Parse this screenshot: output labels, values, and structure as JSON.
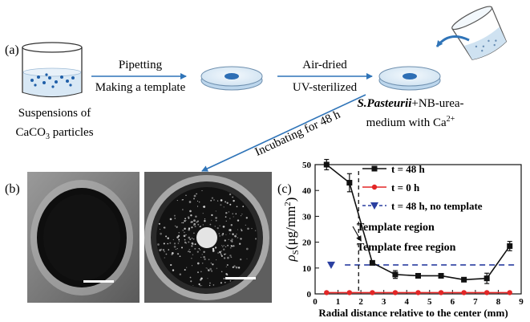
{
  "panels": {
    "a": "(a)",
    "b": "(b)",
    "c": "(c)"
  },
  "scheme": {
    "beaker_caption_line1": "Suspensions of",
    "beaker_caption_line2_pre": "CaCO",
    "beaker_caption_line2_sub": "3",
    "beaker_caption_line2_post": " particles",
    "step1_top": "Pipetting",
    "step1_bottom": "Making a template",
    "step2_top": "Air-dried",
    "step2_bottom": "UV-sterilized",
    "organism": "S.Pasteurii",
    "medium_line1_post": "+NB-urea-",
    "medium_line2_pre": "medium with Ca",
    "medium_line2_sup": "2+",
    "incubate": "Incubating for 48 h"
  },
  "colors": {
    "blue_accent": "#2f74b8",
    "dot_blue": "#1f5fa8",
    "series_48h": "#111111",
    "series_0h": "#e32626",
    "series_notemplate": "#2a3fa0"
  },
  "chart_data": {
    "type": "line",
    "xlabel": "Radial distance relative to the center (mm)",
    "ylabel_symbol": "ρ",
    "ylabel_sub": "S",
    "ylabel_unit": "(μg/mm",
    "ylabel_unit_sup": "2",
    "ylabel_close": ")",
    "xlim": [
      0,
      9
    ],
    "ylim": [
      0,
      50
    ],
    "xticks": [
      0,
      1,
      2,
      3,
      4,
      5,
      6,
      7,
      8,
      9
    ],
    "yticks": [
      0,
      10,
      20,
      30,
      40,
      50
    ],
    "series": [
      {
        "name": "t = 48 h",
        "x": [
          0.5,
          1.5,
          2.5,
          3.5,
          4.5,
          5.5,
          6.5,
          7.5,
          8.5
        ],
        "y": [
          50,
          43,
          12,
          7.5,
          7,
          7,
          5.5,
          6,
          18.5
        ],
        "err": [
          2,
          3.5,
          0,
          1.5,
          0,
          0,
          0,
          2,
          1.8
        ]
      },
      {
        "name": "t = 0 h",
        "x": [
          0.5,
          1.5,
          2.5,
          3.5,
          4.5,
          5.5,
          6.5,
          7.5,
          8.5
        ],
        "y": [
          0.5,
          0.5,
          0.5,
          0.5,
          0.5,
          0.5,
          0.5,
          0.5,
          0.5
        ]
      },
      {
        "name": "t = 48 h, no template",
        "x": [
          0.7
        ],
        "y": [
          11.2
        ],
        "line_y": 11.2
      }
    ],
    "boundary_x": 1.9,
    "annotations": [
      "Template  region",
      "Template free region"
    ]
  }
}
